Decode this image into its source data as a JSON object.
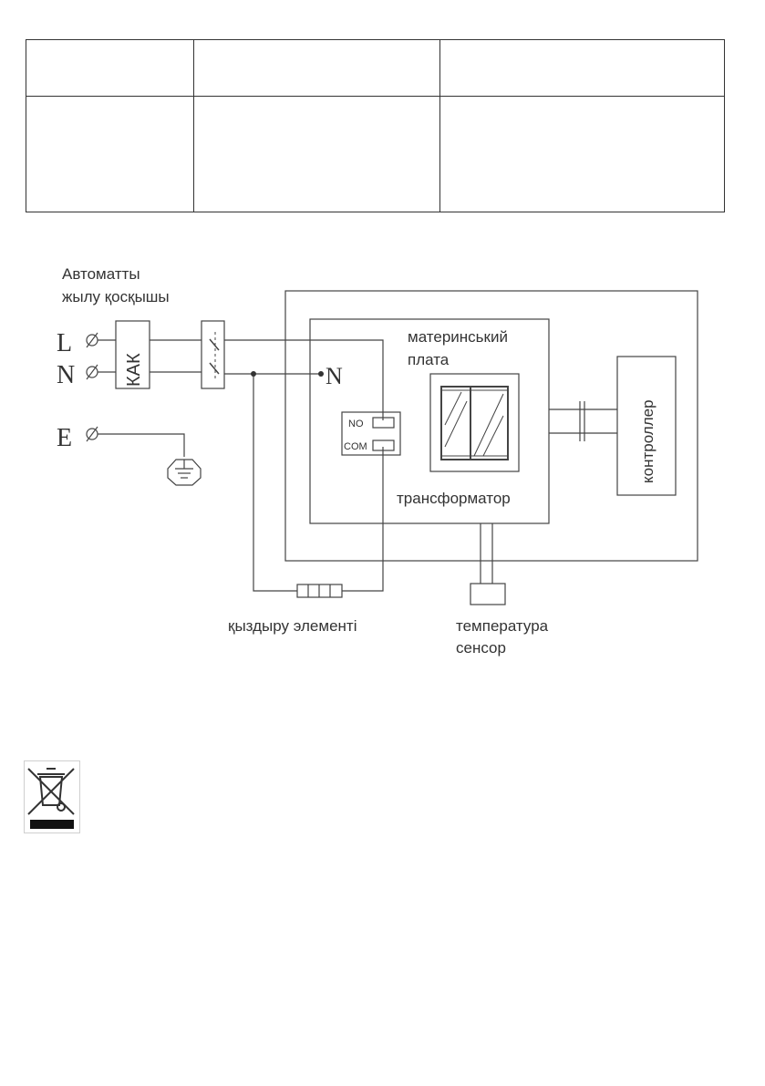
{
  "table": {
    "rows": [
      [
        "",
        "",
        ""
      ],
      [
        "",
        "",
        ""
      ]
    ]
  },
  "diagram": {
    "breaker_label_line1": "Автоматты",
    "breaker_label_line2": "жылу қосқышы",
    "terminal_l": "L",
    "terminal_n": "N",
    "terminal_e": "E",
    "kak_label": "КАК",
    "neutral_label": "N",
    "relay_no": "NO",
    "relay_com": "COM",
    "mainboard_line1": "материнський",
    "mainboard_line2": "плата",
    "transformer_label": "трансформатор",
    "controller_label": "контроллер",
    "heater_label": "қыздыру элементі",
    "sensor_line1": "температура",
    "sensor_line2": "сенсор"
  },
  "icons": {
    "weee": "crossed-out-wheelie-bin-icon",
    "ground": "ground-symbol-icon",
    "terminal": "terminal-screw-icon"
  }
}
